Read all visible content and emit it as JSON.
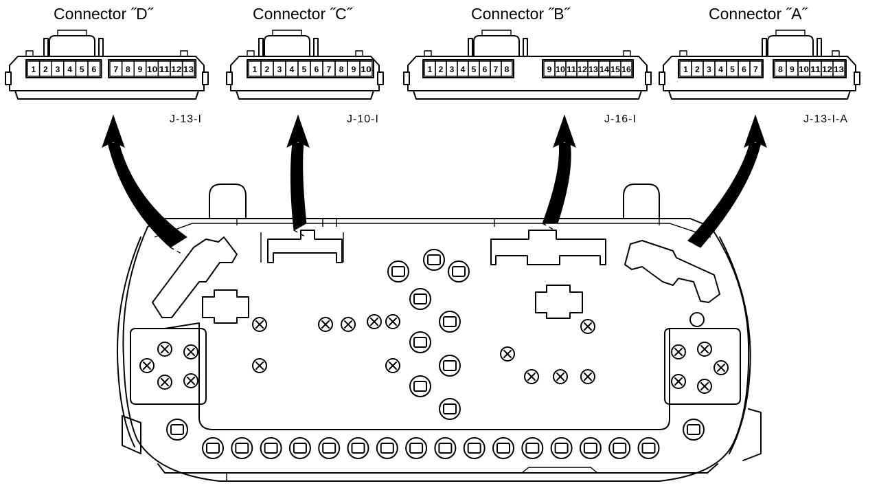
{
  "connectors": [
    {
      "id": "D",
      "title": "Connector ˝D˝",
      "part_no": "J-13-I",
      "pins_left": [
        "1",
        "2",
        "3",
        "4",
        "5",
        "6"
      ],
      "pins_right": [
        "7",
        "8",
        "9",
        "10",
        "11",
        "12",
        "13"
      ]
    },
    {
      "id": "C",
      "title": "Connector ˝C˝",
      "part_no": "J-10-I",
      "pins_left": [
        "1",
        "2",
        "3",
        "4",
        "5",
        "6",
        "7",
        "8",
        "9",
        "10"
      ],
      "pins_right": []
    },
    {
      "id": "B",
      "title": "Connector ˝B˝",
      "part_no": "J-16-I",
      "pins_left": [
        "1",
        "2",
        "3",
        "4",
        "5",
        "6",
        "7",
        "8"
      ],
      "pins_right": [
        "9",
        "10",
        "11",
        "12",
        "13",
        "14",
        "15",
        "16"
      ]
    },
    {
      "id": "A",
      "title": "Connector ˝A˝",
      "part_no": "J-13-I-A",
      "pins_left": [
        "1",
        "2",
        "3",
        "4",
        "5",
        "6",
        "7"
      ],
      "pins_right": [
        "8",
        "9",
        "10",
        "11",
        "12",
        "13"
      ]
    }
  ],
  "colors": {
    "line": "#000000",
    "background": "#ffffff"
  }
}
